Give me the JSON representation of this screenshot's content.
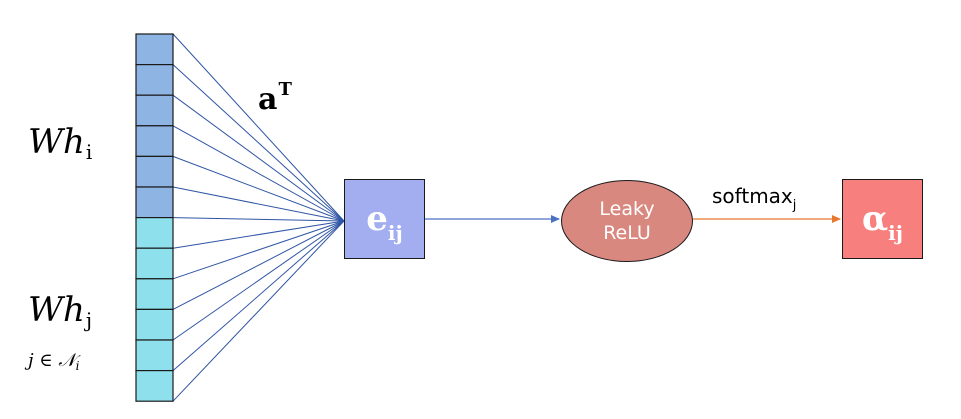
{
  "labels": {
    "wh_i": {
      "base": "Wh",
      "sub": "i"
    },
    "wh_j": {
      "base": "Wh",
      "sub": "j"
    },
    "neighborhood": {
      "base": "j ∈ 𝒩",
      "sub": "i"
    },
    "attention_vector": {
      "base": "a",
      "sup": "T"
    },
    "e_node": {
      "base": "e",
      "sub": "ij"
    },
    "leaky_relu": {
      "line1": "Leaky",
      "line2": "ReLU"
    },
    "softmax": {
      "base": "softmax",
      "sub": "j"
    },
    "alpha_node": {
      "base": "α",
      "sub": "ij"
    }
  },
  "colors": {
    "cell_hi": "#8eb4e3",
    "cell_hj": "#8ee0ec",
    "cell_border": "#1a1a1a",
    "fan_lines": "#2f55a4",
    "e_box": "#a2aef0",
    "leaky_relu": "#d98880",
    "alpha_box": "#f77f7d",
    "arrow_blue": "#4a72c4",
    "arrow_orange": "#e8782c"
  },
  "vector": {
    "wh_i_cells": 6,
    "wh_j_cells": 6
  }
}
